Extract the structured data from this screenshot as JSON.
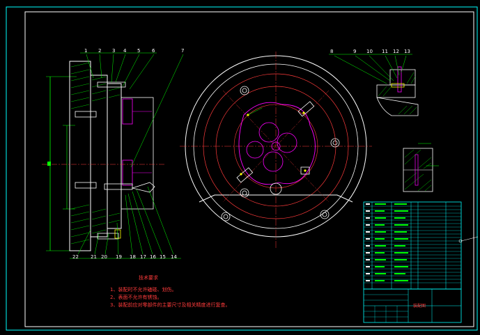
{
  "drawing": {
    "part_numbers_top": [
      "1",
      "2",
      "3",
      "4",
      "5",
      "6",
      "7"
    ],
    "part_numbers_top_right": [
      "8",
      "9",
      "10",
      "11",
      "12",
      "13"
    ],
    "part_numbers_bottom": [
      "22",
      "21",
      "20",
      "19",
      "18",
      "17",
      "16",
      "15",
      "14"
    ]
  },
  "tech_requirements": {
    "title": "技术要求",
    "items": [
      "1、装配时不允许磕碰、划伤。",
      "2、表面不允许有锈蚀。",
      "3、装配前应对零部件的主要尺寸及相关精度进行复查。"
    ]
  },
  "title_block": {
    "drawing_name": "装配图"
  }
}
